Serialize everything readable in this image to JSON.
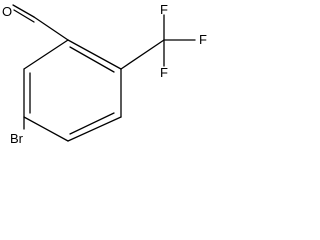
{
  "structure": {
    "atoms": {
      "oxygen": "O",
      "bromine": "Br",
      "fluorine_1": "F",
      "fluorine_2": "F",
      "fluorine_3": "F"
    }
  }
}
